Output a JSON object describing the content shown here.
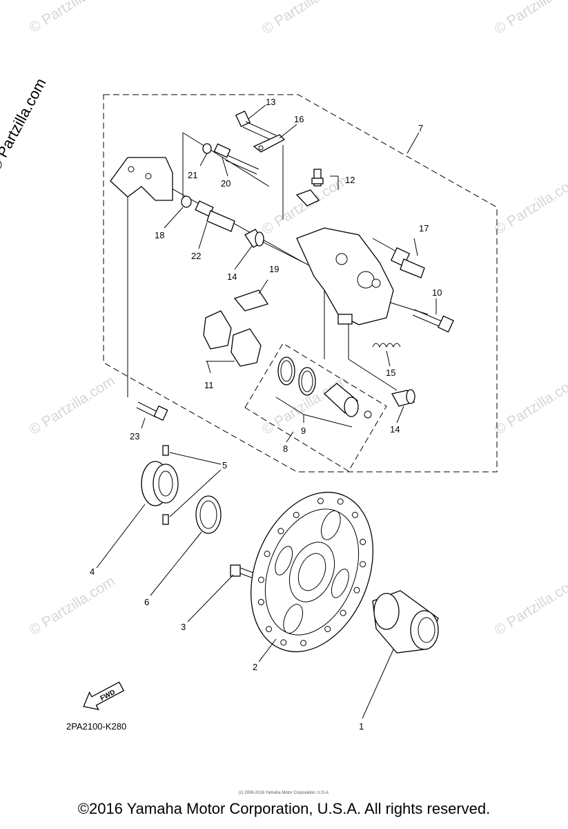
{
  "watermark": {
    "text": "© Partzilla.com",
    "side_text": "© Partzilla.com"
  },
  "diagram_code": "2PA2100-K280",
  "fwd_label": "FWD",
  "tiny_copyright": "(c) 2006-2016 Yamaha Motor Corporation, U.S.A.",
  "footer": "©2016 Yamaha Motor Corporation, U.S.A. All rights reserved.",
  "callouts": {
    "c1": "1",
    "c2": "2",
    "c3": "3",
    "c4": "4",
    "c5": "5",
    "c6": "6",
    "c7": "7",
    "c8": "8",
    "c9": "9",
    "c10": "10",
    "c11": "11",
    "c12": "12",
    "c13": "13",
    "c14a": "14",
    "c14b": "14",
    "c15": "15",
    "c16": "16",
    "c17": "17",
    "c18": "18",
    "c19": "19",
    "c20": "20",
    "c21": "21",
    "c22": "22",
    "c23": "23"
  }
}
